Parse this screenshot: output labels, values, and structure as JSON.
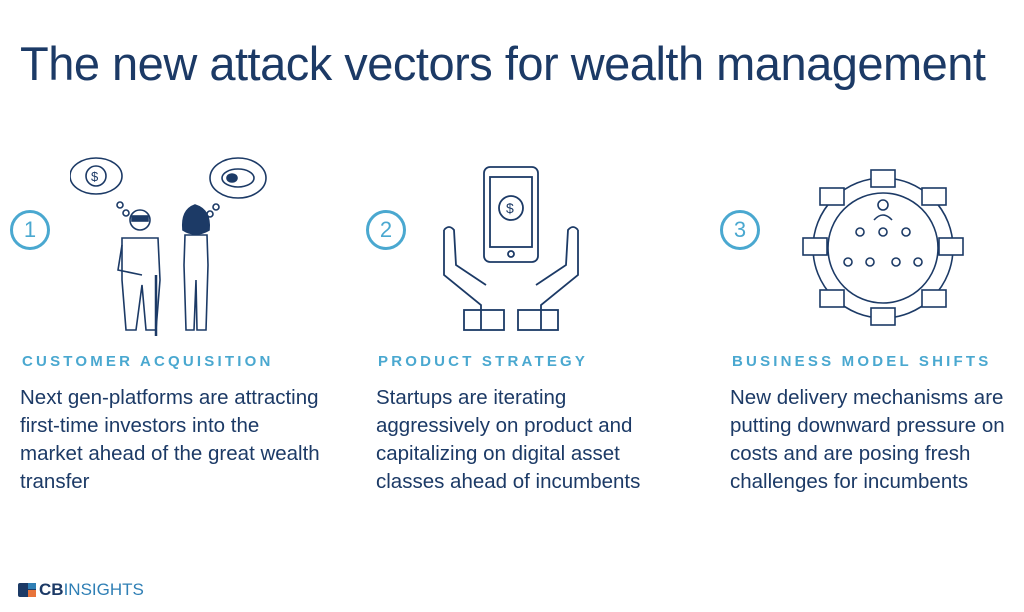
{
  "title": "The new attack vectors for wealth management",
  "columns": [
    {
      "number": "1",
      "heading": "CUSTOMER ACQUISITION",
      "body": "Next gen-platforms are attracting first-time investors into the market ahead of the great wealth transfer",
      "icon": "elderly-man-and-young-woman-icon"
    },
    {
      "number": "2",
      "heading": "PRODUCT STRATEGY",
      "body": "Startups are iterating aggressively on product and capitalizing on digital asset classes ahead of incumbents",
      "icon": "hands-holding-phone-icon"
    },
    {
      "number": "3",
      "heading": "BUSINESS MODEL SHIFTS",
      "body": "New delivery mechanisms are putting downward pressure on costs and are posing fresh challenges for incumbents",
      "icon": "network-of-computers-icon"
    }
  ],
  "logo": {
    "cb": "CB",
    "insights": "INSIGHTS"
  },
  "colors": {
    "navy": "#1c3a66",
    "accent": "#4aa8d0"
  }
}
